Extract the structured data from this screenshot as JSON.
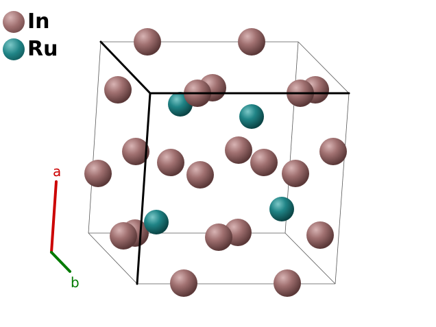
{
  "legend": [
    {
      "label": "In",
      "color": "#8a5e5e"
    },
    {
      "label": "Ru",
      "color": "#1e7a7c"
    }
  ],
  "axes": {
    "a": {
      "label": "a",
      "color": "#cc0000"
    },
    "b": {
      "label": "b",
      "color": "#007a00"
    }
  },
  "colors": {
    "In": "#9a6a6a",
    "Ru": "#1f7f80"
  }
}
